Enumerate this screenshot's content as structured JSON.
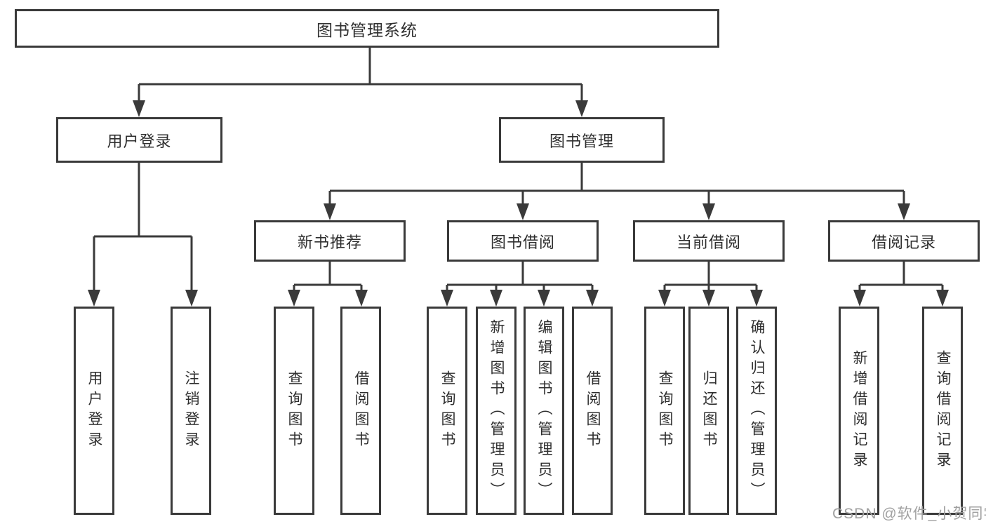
{
  "tree": {
    "label": "图书管理系统",
    "children": [
      {
        "label": "用户登录",
        "children": [
          {
            "label": "用户登录"
          },
          {
            "label": "注销登录"
          }
        ]
      },
      {
        "label": "图书管理",
        "children": [
          {
            "label": "新书推荐",
            "children": [
              {
                "label": "查询图书"
              },
              {
                "label": "借阅图书"
              }
            ]
          },
          {
            "label": "图书借阅",
            "children": [
              {
                "label": "查询图书"
              },
              {
                "label": "新增图书（管理员）"
              },
              {
                "label": "编辑图书（管理员）"
              },
              {
                "label": "借阅图书"
              }
            ]
          },
          {
            "label": "当前借阅",
            "children": [
              {
                "label": "查询图书"
              },
              {
                "label": "归还图书"
              },
              {
                "label": "确认归还（管理员）"
              }
            ]
          },
          {
            "label": "借阅记录",
            "children": [
              {
                "label": "新增借阅记录"
              },
              {
                "label": "查询借阅记录"
              }
            ]
          }
        ]
      }
    ]
  },
  "watermark": "CSDN @软件_小贺同学",
  "colors": {
    "line": "#3a3a3a",
    "text": "#2e2e2e",
    "watermark": "#a0a0a0",
    "background": "#ffffff"
  }
}
